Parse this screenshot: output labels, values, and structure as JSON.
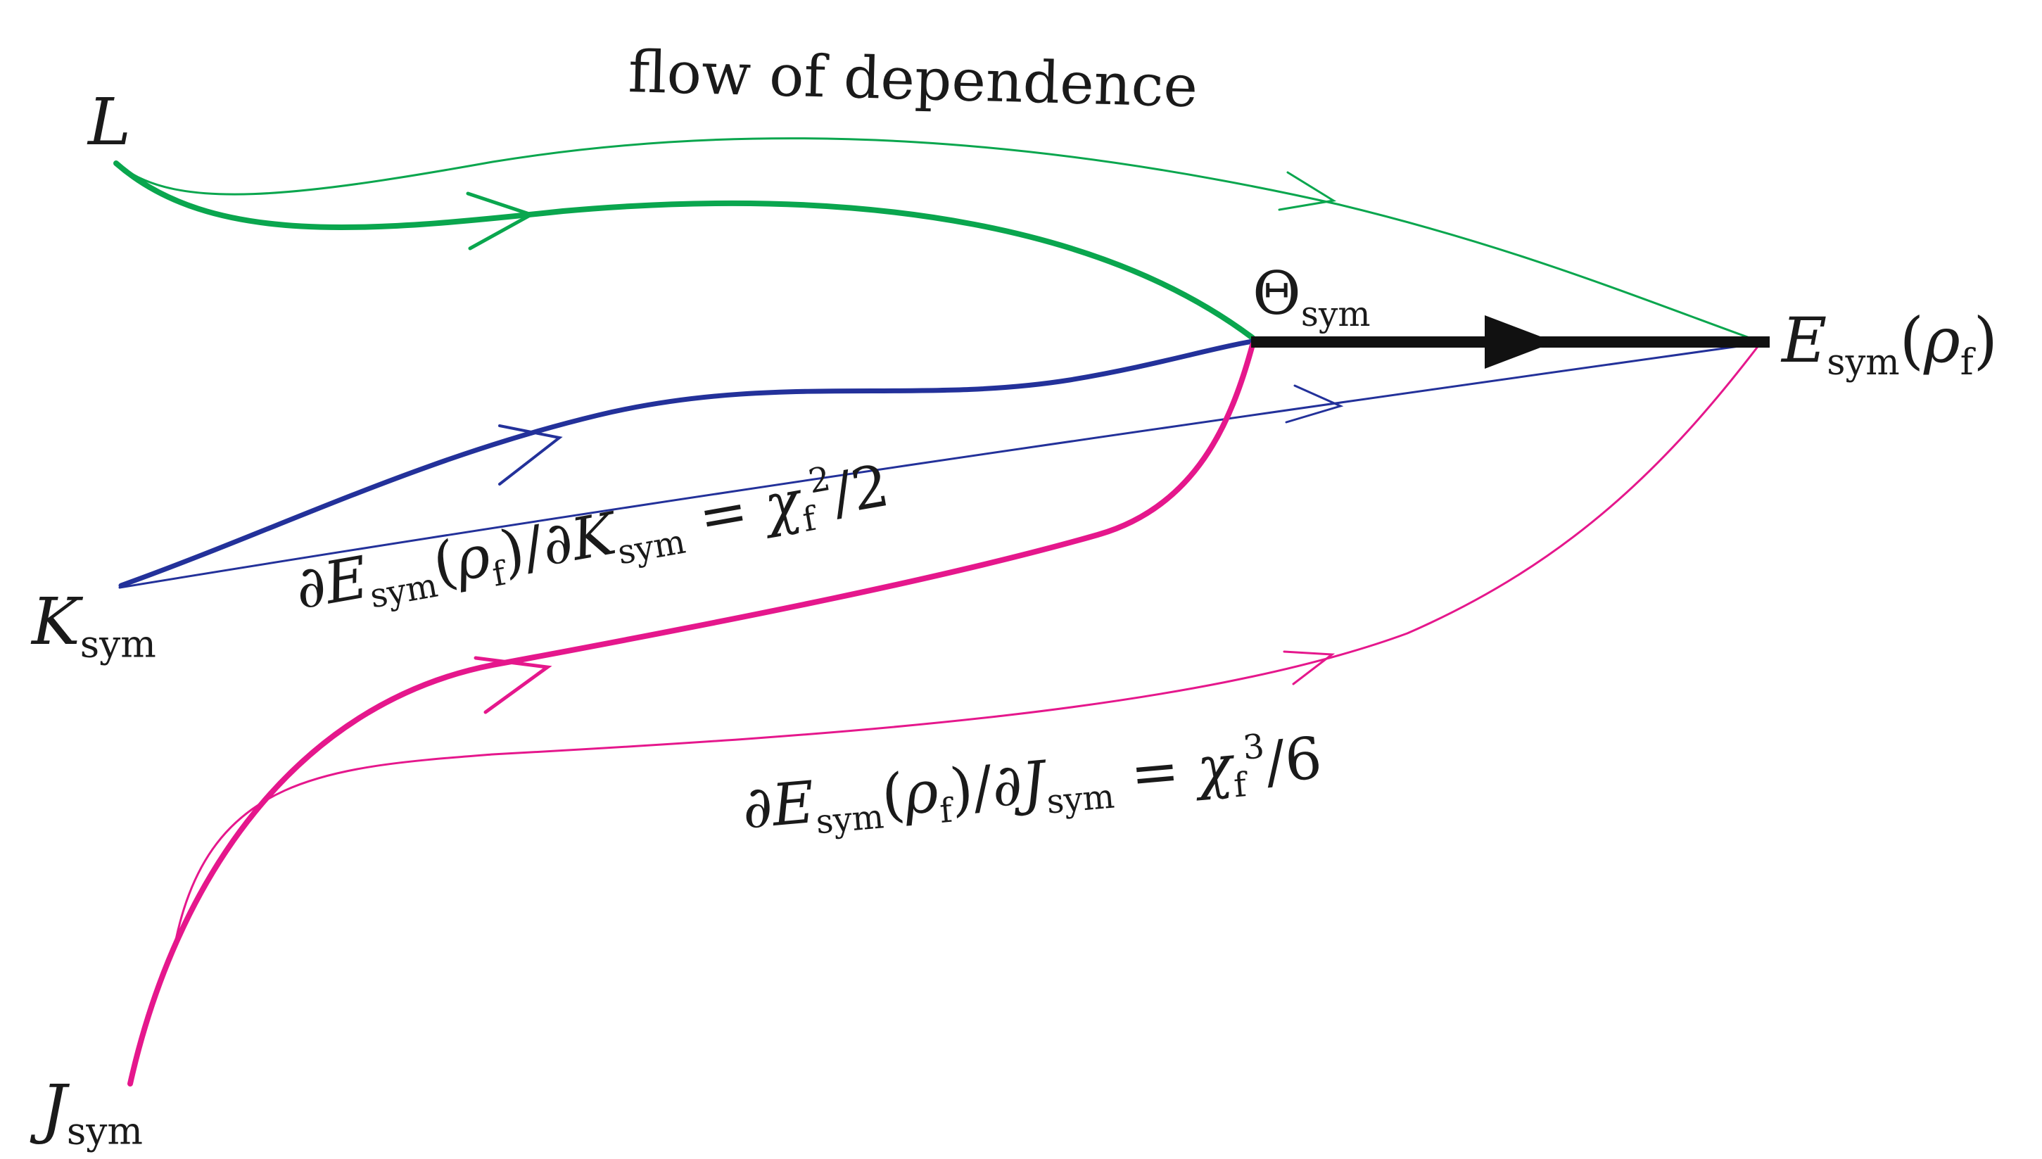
{
  "title": "flow of dependence",
  "colors": {
    "l_path": "#0aa64e",
    "k_path": "#23319a",
    "j_path": "#e5178c",
    "main": "#111111"
  },
  "nodes": {
    "l": {
      "symbol": "L"
    },
    "k": {
      "symbol": "K",
      "sub": "sym"
    },
    "j": {
      "symbol": "J",
      "sub": "sym"
    },
    "theta": {
      "symbol": "Θ",
      "sub": "sym"
    },
    "e": {
      "symbol": "E",
      "sub": "sym",
      "arg": "ρ",
      "arg_sub": "f"
    }
  },
  "equations": {
    "k": {
      "lhs_num": "∂E",
      "sub1": "sym",
      "rho": "ρ",
      "rho_sub": "f",
      "den": "∂K",
      "sub2": "sym",
      "chi": "χ",
      "chi_sub": "f",
      "chi_sup": "2",
      "rhs_den": "2"
    },
    "j": {
      "lhs_num": "∂E",
      "sub1": "sym",
      "rho": "ρ",
      "rho_sub": "f",
      "den": "∂J",
      "sub2": "sym",
      "chi": "χ",
      "chi_sub": "f",
      "chi_sup": "3",
      "rhs_den": "6"
    }
  }
}
